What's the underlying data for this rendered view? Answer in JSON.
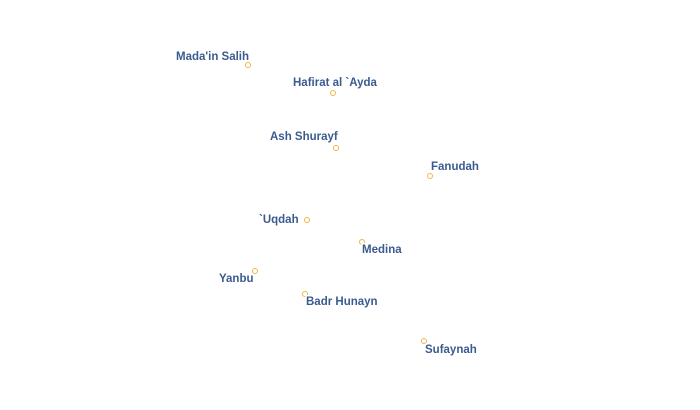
{
  "map": {
    "places": [
      {
        "name": "Mada'in Salih"
      },
      {
        "name": "Hafirat al `Ayda"
      },
      {
        "name": "Ash Shurayf"
      },
      {
        "name": "Fanudah"
      },
      {
        "name": "`Uqdah"
      },
      {
        "name": "Medina"
      },
      {
        "name": "Yanbu"
      },
      {
        "name": "Badr Hunayn"
      },
      {
        "name": "Sufaynah"
      }
    ],
    "colors": {
      "label": "#3b5b8f",
      "marker": "#f0b64a",
      "background": "#ffffff"
    }
  }
}
